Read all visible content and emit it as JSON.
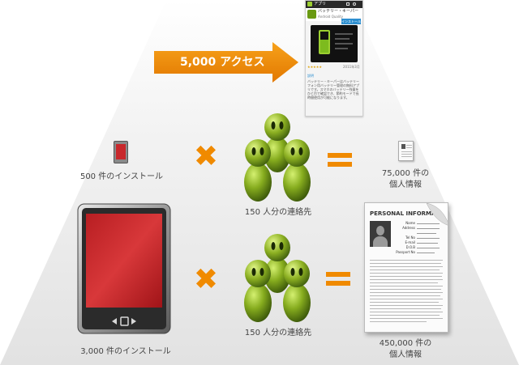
{
  "accent_orange": "#F08A00",
  "figure_green": "#7FA21C",
  "device_red": "#C8282C",
  "top": {
    "arrow_label": "5,000 アクセス",
    "phone_app": {
      "top_bar": "アプリ",
      "app_title": "バッテリー・キーパー",
      "sub_title": "Android Quality",
      "install_button": "インストール",
      "meta_left": "★★★★★",
      "meta_right": "2011年3月",
      "desc_heading": "説明",
      "description": "バッテリー・キーパーはバッテリーフォン用バッテリー管理の無料アプリです。スマホのバッテリー残量をひと目で確認でき、節約モードで長時間使用が可能になります。"
    }
  },
  "row1": {
    "install_label": "500 件のインストール",
    "contacts_label": "150 人分の連絡先",
    "result_line1": "75,000 件の",
    "result_line2": "個人情報"
  },
  "row2": {
    "install_label": "3,000 件のインストール",
    "contacts_label": "150 人分の連絡先",
    "result_line1": "450,000 件の",
    "result_line2": "個人情報"
  },
  "personal_doc": {
    "title": "PERSONAL INFORMATION",
    "fields": [
      "Name",
      "Address",
      "Tel No",
      "E-mail",
      "D.O.B",
      "Passport No"
    ]
  },
  "symbols": {
    "multiply": "✖",
    "equals": "="
  }
}
